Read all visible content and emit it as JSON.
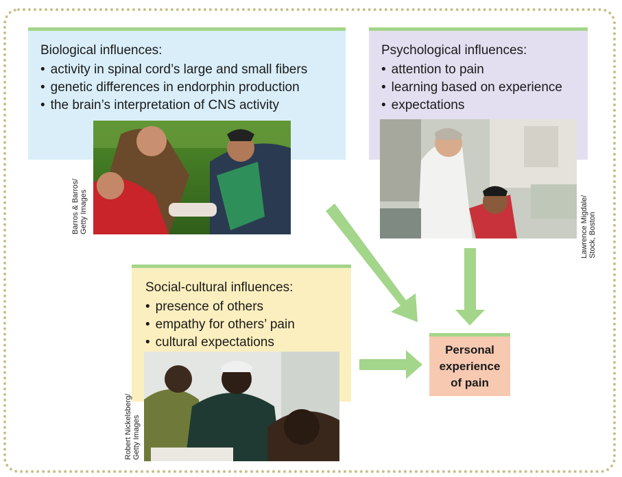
{
  "biological": {
    "title": "Biological influences:",
    "items": [
      "activity in spinal cord’s large and small fibers",
      "genetic differences in endorphin production",
      "the brain’s interpretation of CNS activity"
    ],
    "credit": "Barros & Barros/\nGetty Images"
  },
  "psychological": {
    "title": "Psychological influences:",
    "items": [
      "attention to pain",
      "learning based on experience",
      "expectations"
    ],
    "credit": "Lawrence Migdale/\nStock, Boston"
  },
  "social": {
    "title": "Social-cultural influences:",
    "items": [
      "presence of others",
      "empathy for others’ pain",
      "cultural expectations"
    ],
    "credit": "Robert Nickelsberg/\nGetty Images"
  },
  "outcome": {
    "label": "Personal\nexperience\nof pain"
  },
  "colors": {
    "arrow": "#a3d58a",
    "biological_bg": "#d9eef8",
    "psychological_bg": "#e3dff0",
    "social_bg": "#fcefbf",
    "outcome_bg": "#f7c9b1",
    "border_dots": "#c8bf8a"
  }
}
